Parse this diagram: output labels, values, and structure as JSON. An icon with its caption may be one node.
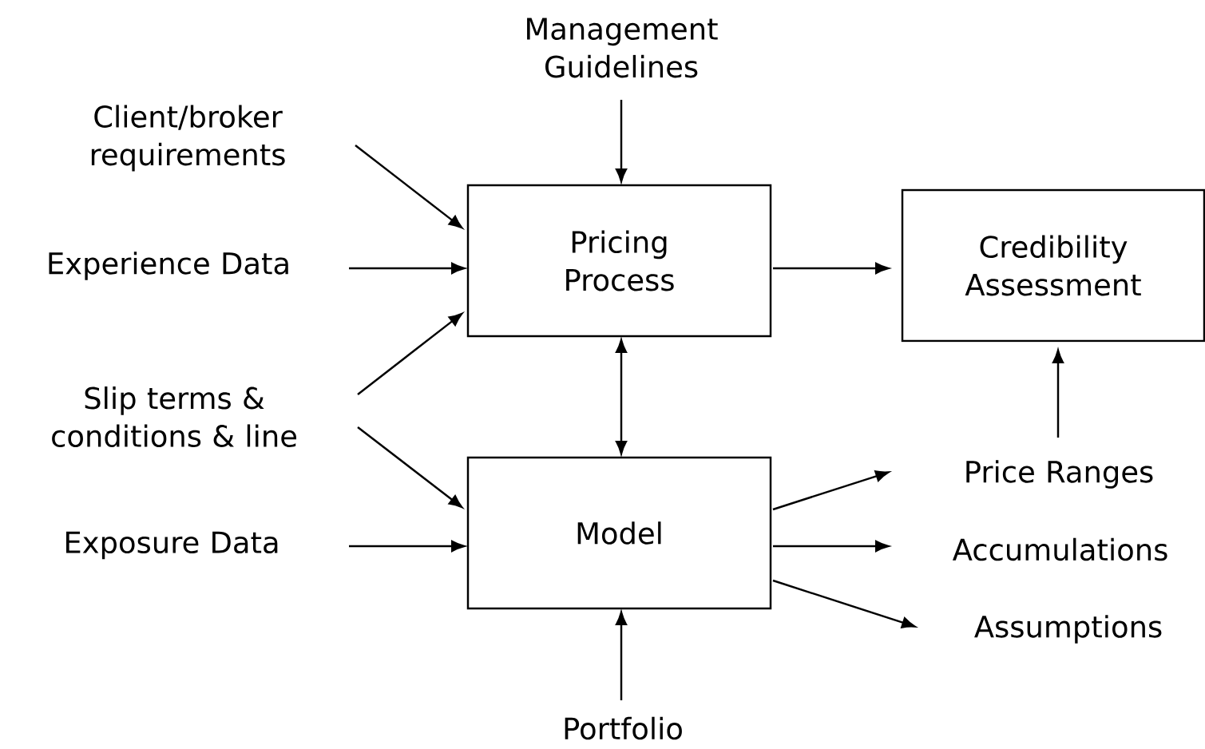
{
  "diagram": {
    "nodes": [
      {
        "text": [
          "Management Guidelines"
        ]
      },
      {
        "text": [
          "Client/broker requirements"
        ]
      },
      {
        "text": [
          "Experience Data"
        ]
      },
      {
        "text": [
          "Slip terms & conditions & line"
        ]
      },
      {
        "text": [
          "Exposure Data"
        ]
      },
      {
        "text": [
          "Pricing Process"
        ]
      },
      {
        "text": [
          "Credibility Assessment"
        ]
      },
      {
        "text": [
          "Model"
        ]
      },
      {
        "text": [
          "Price Ranges"
        ]
      },
      {
        "text": [
          "Accumulations"
        ]
      },
      {
        "text": [
          "Assumptions"
        ]
      },
      {
        "text": [
          "Portfolio"
        ]
      }
    ],
    "edges": [
      {
        "from": 0,
        "to": 5,
        "arrow": "to"
      },
      {
        "from": 1,
        "to": 5,
        "arrow": "to"
      },
      {
        "from": 2,
        "to": 5,
        "arrow": "to"
      },
      {
        "from": 3,
        "to": 5,
        "arrow": "to"
      },
      {
        "from": 3,
        "to": 7,
        "arrow": "to"
      },
      {
        "from": 4,
        "to": 7,
        "arrow": "to"
      },
      {
        "from": 5,
        "to": 6,
        "arrow": "to"
      },
      {
        "from": 5,
        "to": 7,
        "arrow": "both"
      },
      {
        "from": 7,
        "to": 8,
        "arrow": "to"
      },
      {
        "from": 7,
        "to": 9,
        "arrow": "to"
      },
      {
        "from": 7,
        "to": 10,
        "arrow": "to"
      },
      {
        "from": 11,
        "to": 7,
        "arrow": "to"
      },
      {
        "from": 8,
        "to": 6,
        "arrow": "to"
      }
    ]
  }
}
